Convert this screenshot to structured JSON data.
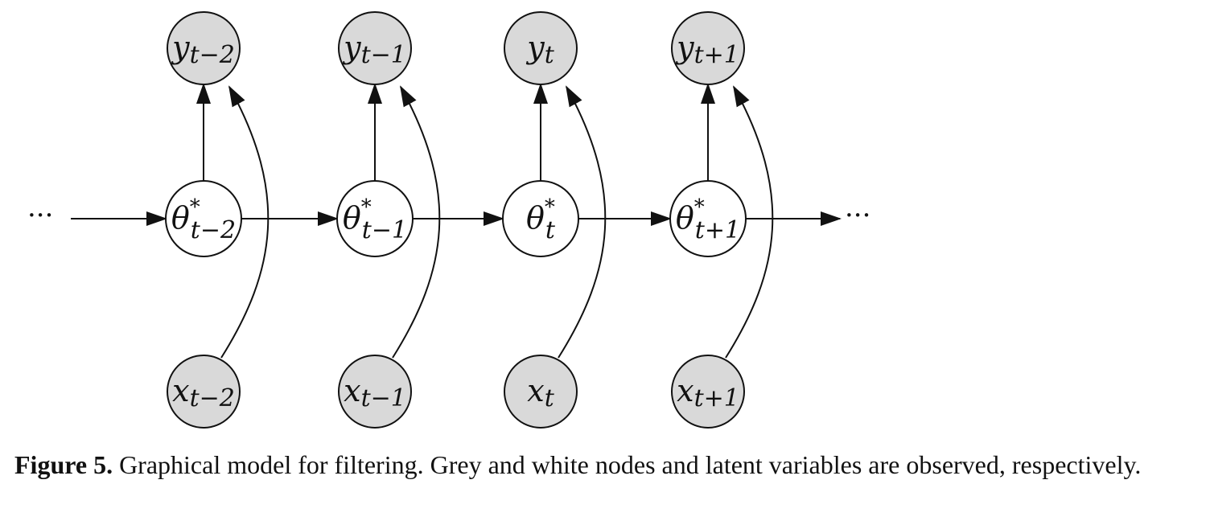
{
  "colors": {
    "observed_fill": "#d9d9d9",
    "latent_fill": "#ffffff",
    "stroke": "#111111"
  },
  "diagram": {
    "ellipsis_left": "···",
    "ellipsis_right": "···",
    "columns": [
      {
        "id": "t-2",
        "y": {
          "base": "y",
          "sub": "t−2"
        },
        "theta": {
          "base": "θ",
          "sup": "*",
          "sub": "t−2"
        },
        "x": {
          "base": "x",
          "sub": "t−2"
        }
      },
      {
        "id": "t-1",
        "y": {
          "base": "y",
          "sub": "t−1"
        },
        "theta": {
          "base": "θ",
          "sup": "*",
          "sub": "t−1"
        },
        "x": {
          "base": "x",
          "sub": "t−1"
        }
      },
      {
        "id": "t",
        "y": {
          "base": "y",
          "sub": "t"
        },
        "theta": {
          "base": "θ",
          "sup": "*",
          "sub": "t"
        },
        "x": {
          "base": "x",
          "sub": "t"
        }
      },
      {
        "id": "t+1",
        "y": {
          "base": "y",
          "sub": "t+1"
        },
        "theta": {
          "base": "θ",
          "sup": "*",
          "sub": "t+1"
        },
        "x": {
          "base": "x",
          "sub": "t+1"
        }
      }
    ]
  },
  "caption": {
    "label": "Figure 5.",
    "text": " Graphical model for filtering. Grey and white nodes and latent variables are observed, respectively."
  }
}
